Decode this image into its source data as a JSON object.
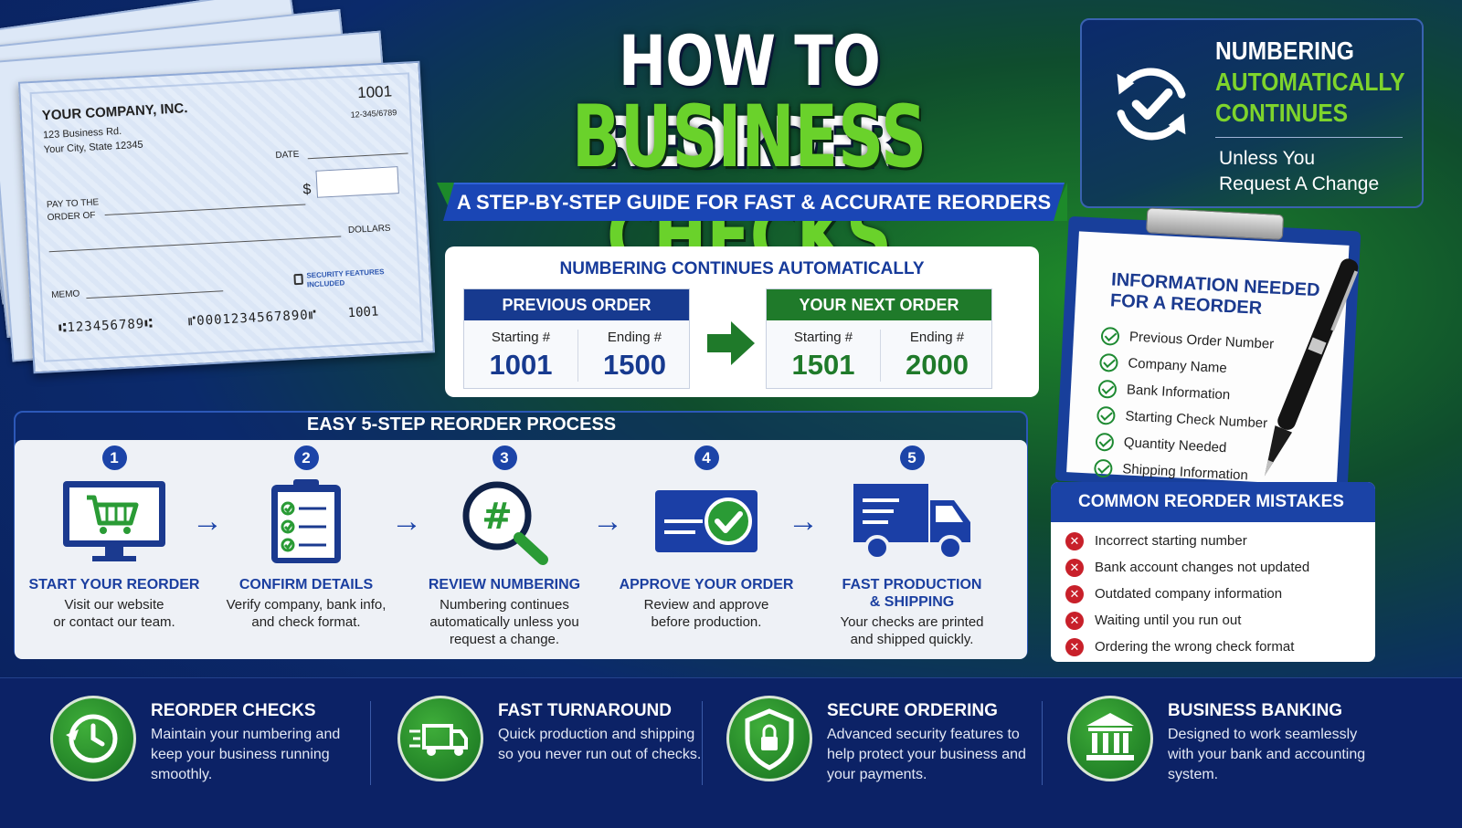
{
  "check": {
    "company": "YOUR COMPANY, INC.",
    "address1": "123 Business Rd.",
    "address2": "Your City, State 12345",
    "number": "1001",
    "routing": "12-345/6789",
    "date_label": "DATE",
    "pay_label": "PAY TO THE ORDER OF",
    "dollar_sign": "$",
    "dollars_label": "DOLLARS",
    "memo_label": "MEMO",
    "security_text": "SECURITY FEATURES INCLUDED",
    "micr_routing": "⑆123456789⑆",
    "micr_account": "⑈0001234567890⑈",
    "micr_check": "1001"
  },
  "title": {
    "line1": "HOW TO REORDER",
    "line2": "BUSINESS CHECKS",
    "subtitle": "A STEP-BY-STEP GUIDE FOR FAST & ACCURATE REORDERS"
  },
  "numbering": {
    "title": "NUMBERING CONTINUES AUTOMATICALLY",
    "previous": {
      "label": "PREVIOUS ORDER",
      "start_label": "Starting #",
      "start": "1001",
      "end_label": "Ending #",
      "end": "1500",
      "color": "#173a8f"
    },
    "next": {
      "label": "YOUR NEXT ORDER",
      "start_label": "Starting #",
      "start": "1501",
      "end_label": "Ending #",
      "end": "2000",
      "color": "#1f7a2a"
    }
  },
  "auto_box": {
    "line1": "NUMBERING",
    "line2": "AUTOMATICALLY",
    "line3": "CONTINUES",
    "sub1": "Unless You",
    "sub2": "Request A Change",
    "icon": "sync-check-icon"
  },
  "clipboard": {
    "title1": "INFORMATION NEEDED",
    "title2": "FOR A REORDER",
    "items": [
      "Previous Order Number",
      "Company Name",
      "Bank Information",
      "Starting Check Number",
      "Quantity Needed",
      "Shipping Information"
    ]
  },
  "mistakes": {
    "title": "COMMON REORDER MISTAKES",
    "items": [
      "Incorrect starting number",
      "Bank account changes not updated",
      "Outdated company information",
      "Waiting until you run out",
      "Ordering the wrong check format"
    ]
  },
  "steps": {
    "title": "EASY 5-STEP REORDER PROCESS",
    "items": [
      {
        "num": "1",
        "title": "START YOUR REORDER",
        "desc1": "Visit our website",
        "desc2": "or contact our team.",
        "desc3": "",
        "icon": "monitor-cart-icon"
      },
      {
        "num": "2",
        "title": "CONFIRM DETAILS",
        "desc1": "Verify company, bank info,",
        "desc2": "and check format.",
        "desc3": "",
        "icon": "checklist-icon"
      },
      {
        "num": "3",
        "title": "REVIEW NUMBERING",
        "desc1": "Numbering continues",
        "desc2": "automatically unless you",
        "desc3": "request a change.",
        "icon": "hash-magnifier-icon"
      },
      {
        "num": "4",
        "title": "APPROVE YOUR ORDER",
        "desc1": "Review and approve",
        "desc2": "before production.",
        "desc3": "",
        "icon": "card-check-icon"
      },
      {
        "num": "5",
        "title1": "FAST PRODUCTION",
        "title2": "& SHIPPING",
        "desc1": "Your checks are printed",
        "desc2": "and shipped quickly.",
        "desc3": "",
        "icon": "truck-icon"
      }
    ]
  },
  "features": [
    {
      "title": "REORDER CHECKS",
      "desc": "Maintain your numbering and keep your business running smoothly.",
      "icon": "clock-refresh-icon"
    },
    {
      "title": "FAST TURNAROUND",
      "desc": "Quick production and shipping so you never run out of checks.",
      "icon": "fast-truck-icon"
    },
    {
      "title": "SECURE ORDERING",
      "desc": "Advanced security features to help protect your business and your payments.",
      "icon": "shield-lock-icon"
    },
    {
      "title": "BUSINESS BANKING",
      "desc": "Designed to work seamlessly with your bank and accounting system.",
      "icon": "bank-icon"
    }
  ]
}
